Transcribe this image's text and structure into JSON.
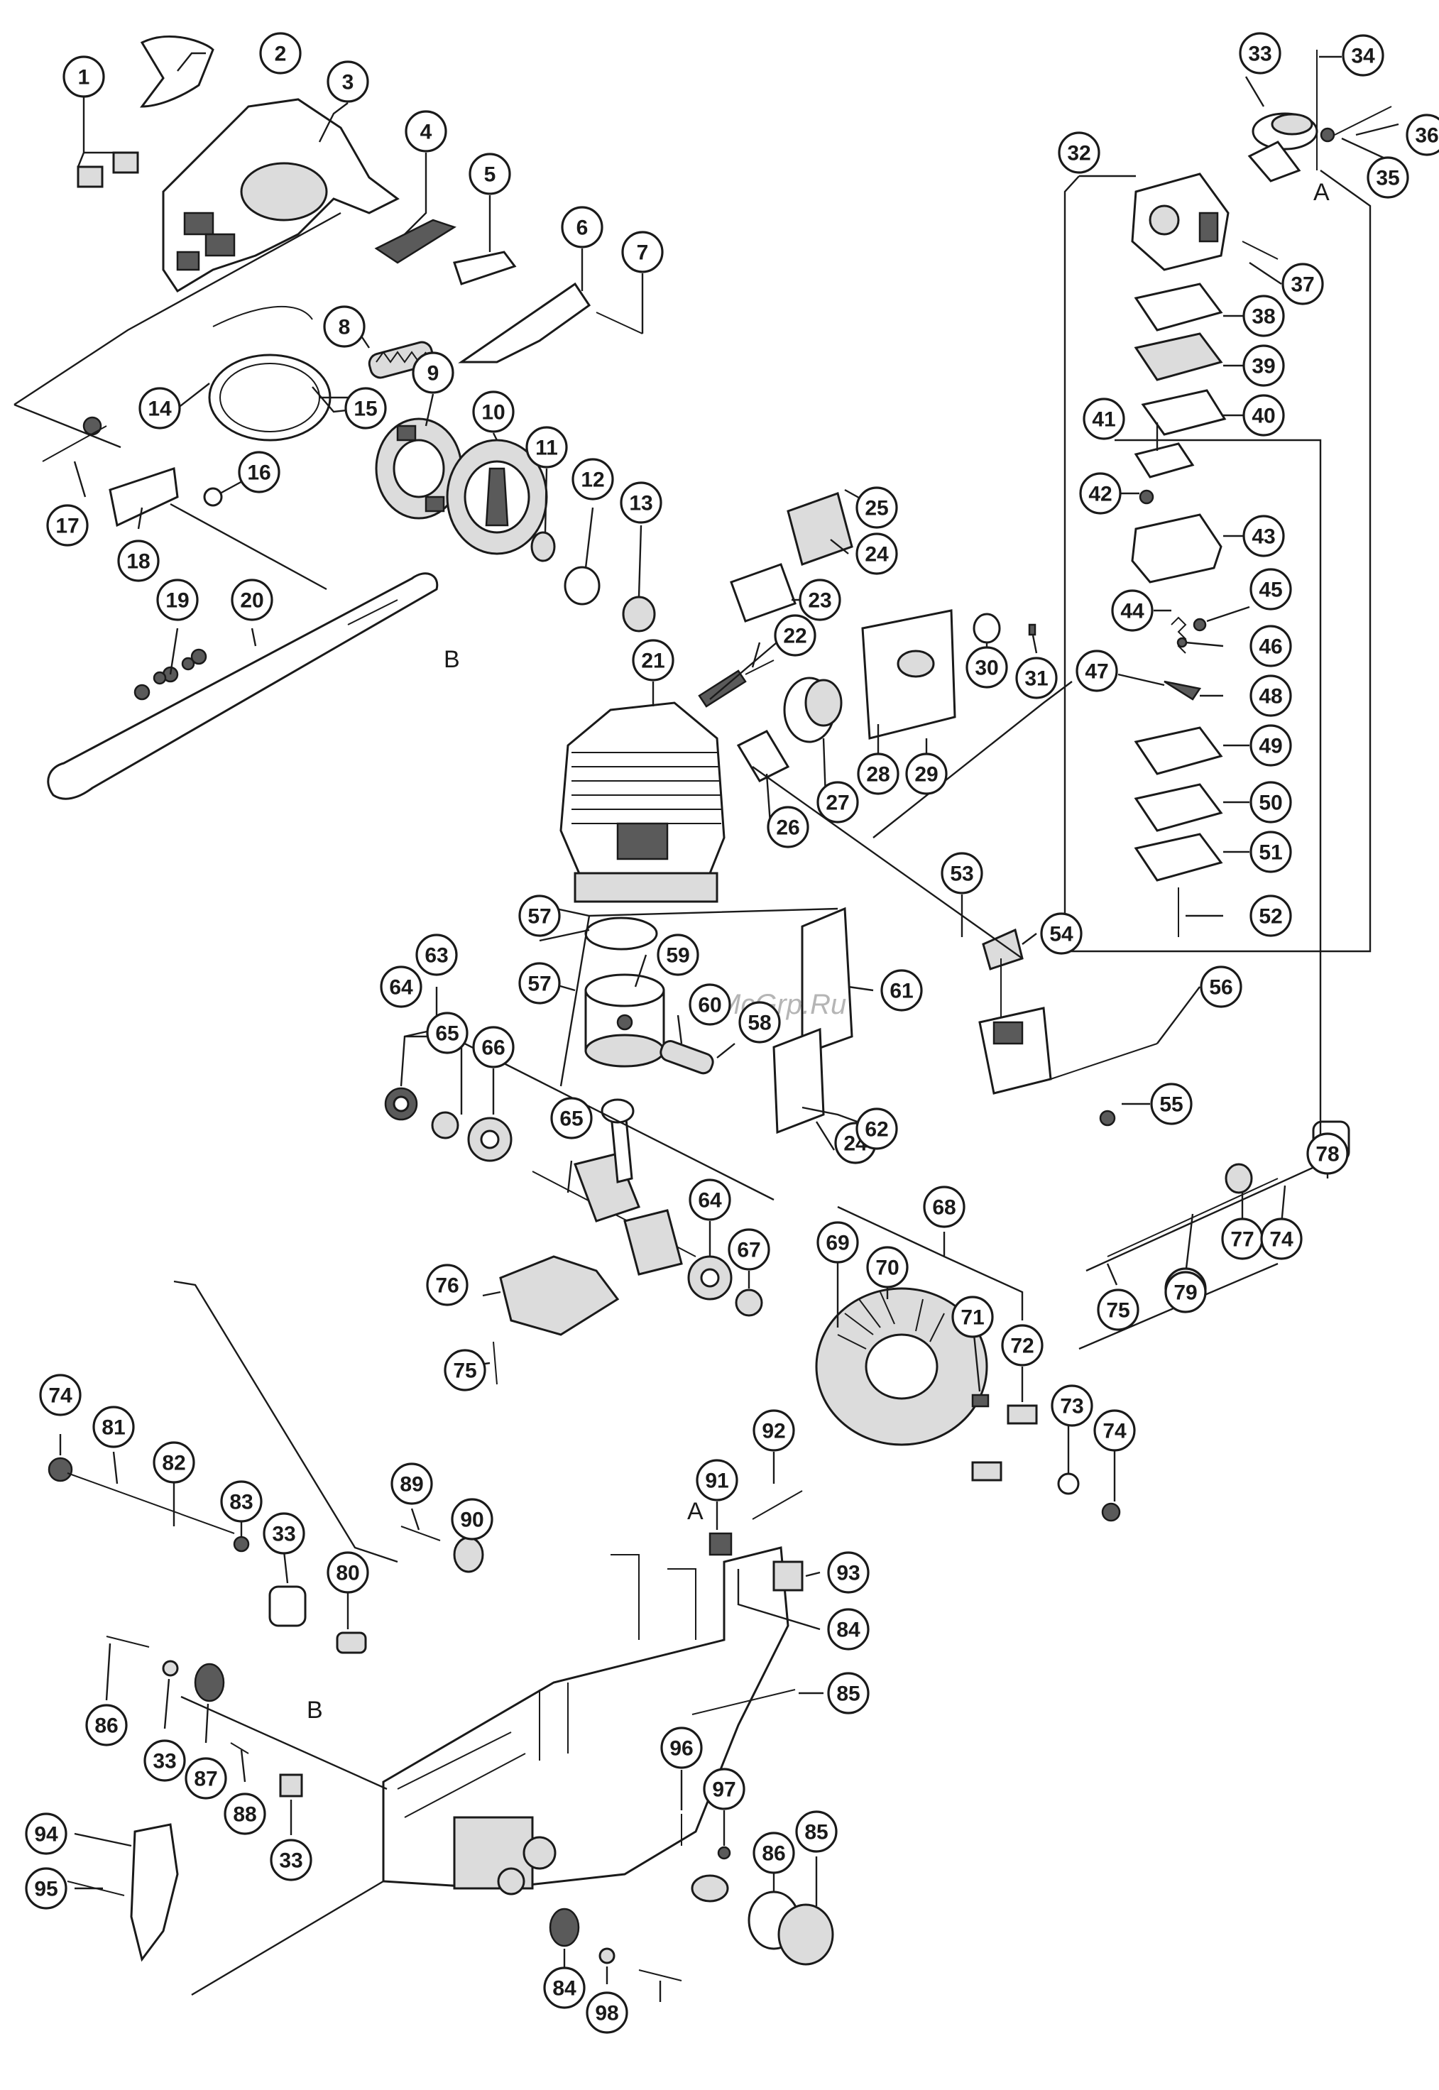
{
  "watermark": "McGrp.Ru",
  "ref_labels": [
    "A",
    "A",
    "B",
    "B"
  ],
  "callouts": [
    "1",
    "2",
    "3",
    "4",
    "5",
    "6",
    "7",
    "8",
    "9",
    "10",
    "11",
    "12",
    "13",
    "14",
    "15",
    "16",
    "17",
    "18",
    "19",
    "20",
    "21",
    "22",
    "23",
    "24",
    "25",
    "26",
    "27",
    "28",
    "29",
    "30",
    "31",
    "32",
    "33",
    "34",
    "35",
    "36",
    "37",
    "38",
    "39",
    "40",
    "41",
    "42",
    "43",
    "44",
    "45",
    "46",
    "47",
    "48",
    "49",
    "50",
    "51",
    "52",
    "53",
    "54",
    "55",
    "56",
    "57",
    "57",
    "58",
    "59",
    "60",
    "61",
    "24",
    "62",
    "63",
    "64",
    "65",
    "66",
    "65",
    "64",
    "67",
    "68",
    "69",
    "70",
    "71",
    "72",
    "73",
    "74",
    "75",
    "76",
    "77",
    "74",
    "78",
    "79",
    "76",
    "75",
    "74",
    "81",
    "82",
    "83",
    "33",
    "80",
    "89",
    "90",
    "91",
    "92",
    "93",
    "84",
    "85",
    "86",
    "33",
    "87",
    "88",
    "33",
    "94",
    "95",
    "96",
    "97",
    "86",
    "85",
    "84",
    "98"
  ]
}
